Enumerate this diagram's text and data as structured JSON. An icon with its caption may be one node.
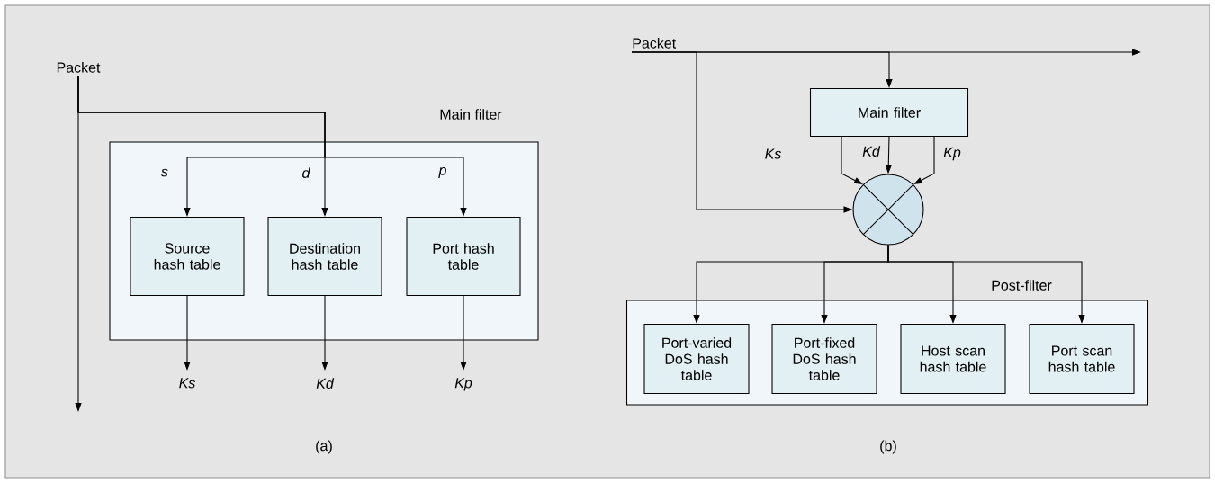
{
  "diagram": {
    "nodes": [
      {
        "text": [
          "Packet"
        ]
      },
      {
        "text": [
          "Main filter"
        ]
      },
      {
        "text": [
          "Source hash table"
        ],
        "in": 1
      },
      {
        "text": [
          "Destination hash table"
        ],
        "in": 1
      },
      {
        "text": [
          "Port hash table"
        ],
        "in": 1
      },
      {
        "text": [
          "Ks"
        ]
      },
      {
        "text": [
          "Kd"
        ]
      },
      {
        "text": [
          "Kp"
        ]
      },
      {
        "text": [
          "Packet"
        ]
      },
      {
        "text": [
          "Main filter"
        ]
      },
      {
        "text": [],
        "shape": "circle"
      },
      {
        "text": [
          "Post-filter"
        ]
      },
      {
        "text": [
          "Port-varied DoS hash table"
        ],
        "in": 11
      },
      {
        "text": [
          "Port-fixed DoS hash table"
        ],
        "in": 11
      },
      {
        "text": [
          "Host scan hash table"
        ],
        "in": 11
      },
      {
        "text": [
          "Port scan hash table"
        ],
        "in": 11
      }
    ],
    "edges": [
      {
        "from": 0,
        "to": null,
        "arrow": "to"
      },
      {
        "from": 0,
        "to": 2,
        "arrow": "to",
        "label": "s"
      },
      {
        "from": 0,
        "to": 3,
        "arrow": "to",
        "label": "d"
      },
      {
        "from": 0,
        "to": 4,
        "arrow": "to",
        "label": "p"
      },
      {
        "from": 2,
        "to": 5,
        "arrow": "to"
      },
      {
        "from": 3,
        "to": 6,
        "arrow": "to"
      },
      {
        "from": 4,
        "to": 7,
        "arrow": "to"
      },
      {
        "from": 8,
        "to": null,
        "arrow": "to"
      },
      {
        "from": 8,
        "to": 9,
        "arrow": "to"
      },
      {
        "from": 8,
        "to": 10,
        "arrow": "to"
      },
      {
        "from": 9,
        "to": 10,
        "arrow": "to",
        "label": "Ks"
      },
      {
        "from": 9,
        "to": 10,
        "arrow": "to",
        "label": "Kd"
      },
      {
        "from": 9,
        "to": 10,
        "arrow": "to",
        "label": "Kp"
      },
      {
        "from": 10,
        "to": 12,
        "arrow": "to"
      },
      {
        "from": 10,
        "to": 13,
        "arrow": "to"
      },
      {
        "from": 10,
        "to": 14,
        "arrow": "to"
      },
      {
        "from": 10,
        "to": 15,
        "arrow": "to"
      }
    ],
    "labels": [
      "(a)",
      "(b)"
    ]
  }
}
